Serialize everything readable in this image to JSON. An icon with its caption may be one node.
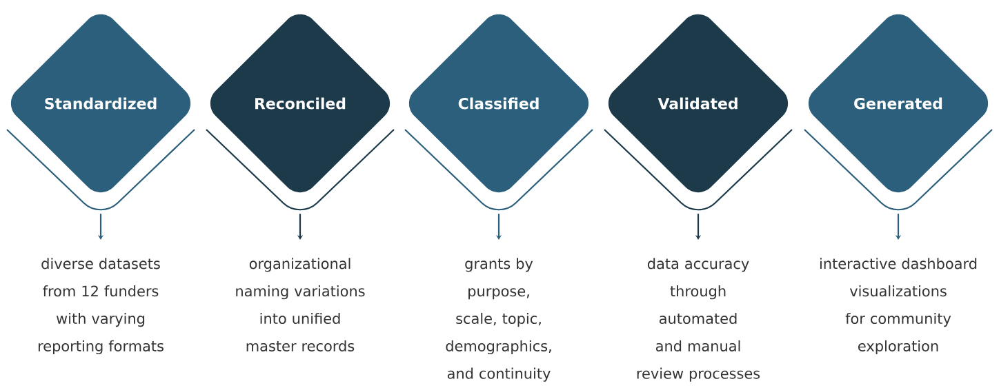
{
  "diagram": {
    "nodes": [
      {
        "text": [
          "Standardized"
        ]
      },
      {
        "text": [
          "Reconciled"
        ]
      },
      {
        "text": [
          "Classified"
        ]
      },
      {
        "text": [
          "Validated"
        ]
      },
      {
        "text": [
          "Generated"
        ]
      },
      {
        "text": [
          "diverse datasets from 12 funders with varying reporting formats"
        ]
      },
      {
        "text": [
          "organizational naming variations into unified master records"
        ]
      },
      {
        "text": [
          "grants by purpose, scale, topic, demographics, and continuity"
        ]
      },
      {
        "text": [
          "data accuracy through automated and manual review processes"
        ]
      },
      {
        "text": [
          "interactive dashboard visualizations for community exploration"
        ]
      }
    ],
    "edges": [
      {
        "from": 0,
        "to": 5,
        "arrow": "to"
      },
      {
        "from": 1,
        "to": 6,
        "arrow": "to",
        "color": "#1c3a4a"
      },
      {
        "from": 2,
        "to": 7,
        "arrow": "to"
      },
      {
        "from": 3,
        "to": 8,
        "arrow": "to",
        "color": "#1c3a4a"
      },
      {
        "from": 4,
        "to": 9,
        "arrow": "to"
      }
    ]
  }
}
